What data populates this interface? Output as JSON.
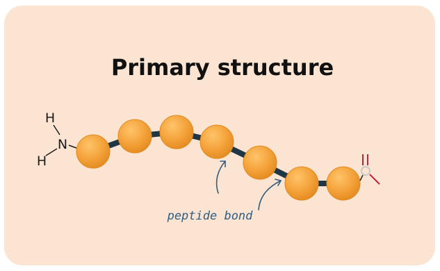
{
  "title": "Primary structure",
  "amine_group": {
    "h_top": "H",
    "n": "N",
    "h_bottom": "H"
  },
  "annotation": "peptide bond",
  "chain": {
    "residue_count": 7
  },
  "colors": {
    "card_background": "#fbe4d1",
    "bead_fill": "#f4a23a",
    "bead_edge": "#e08a20",
    "bond_color": "#1f3645",
    "arrow_color": "#2f5c82",
    "carbonyl_color": "#c2213b"
  }
}
